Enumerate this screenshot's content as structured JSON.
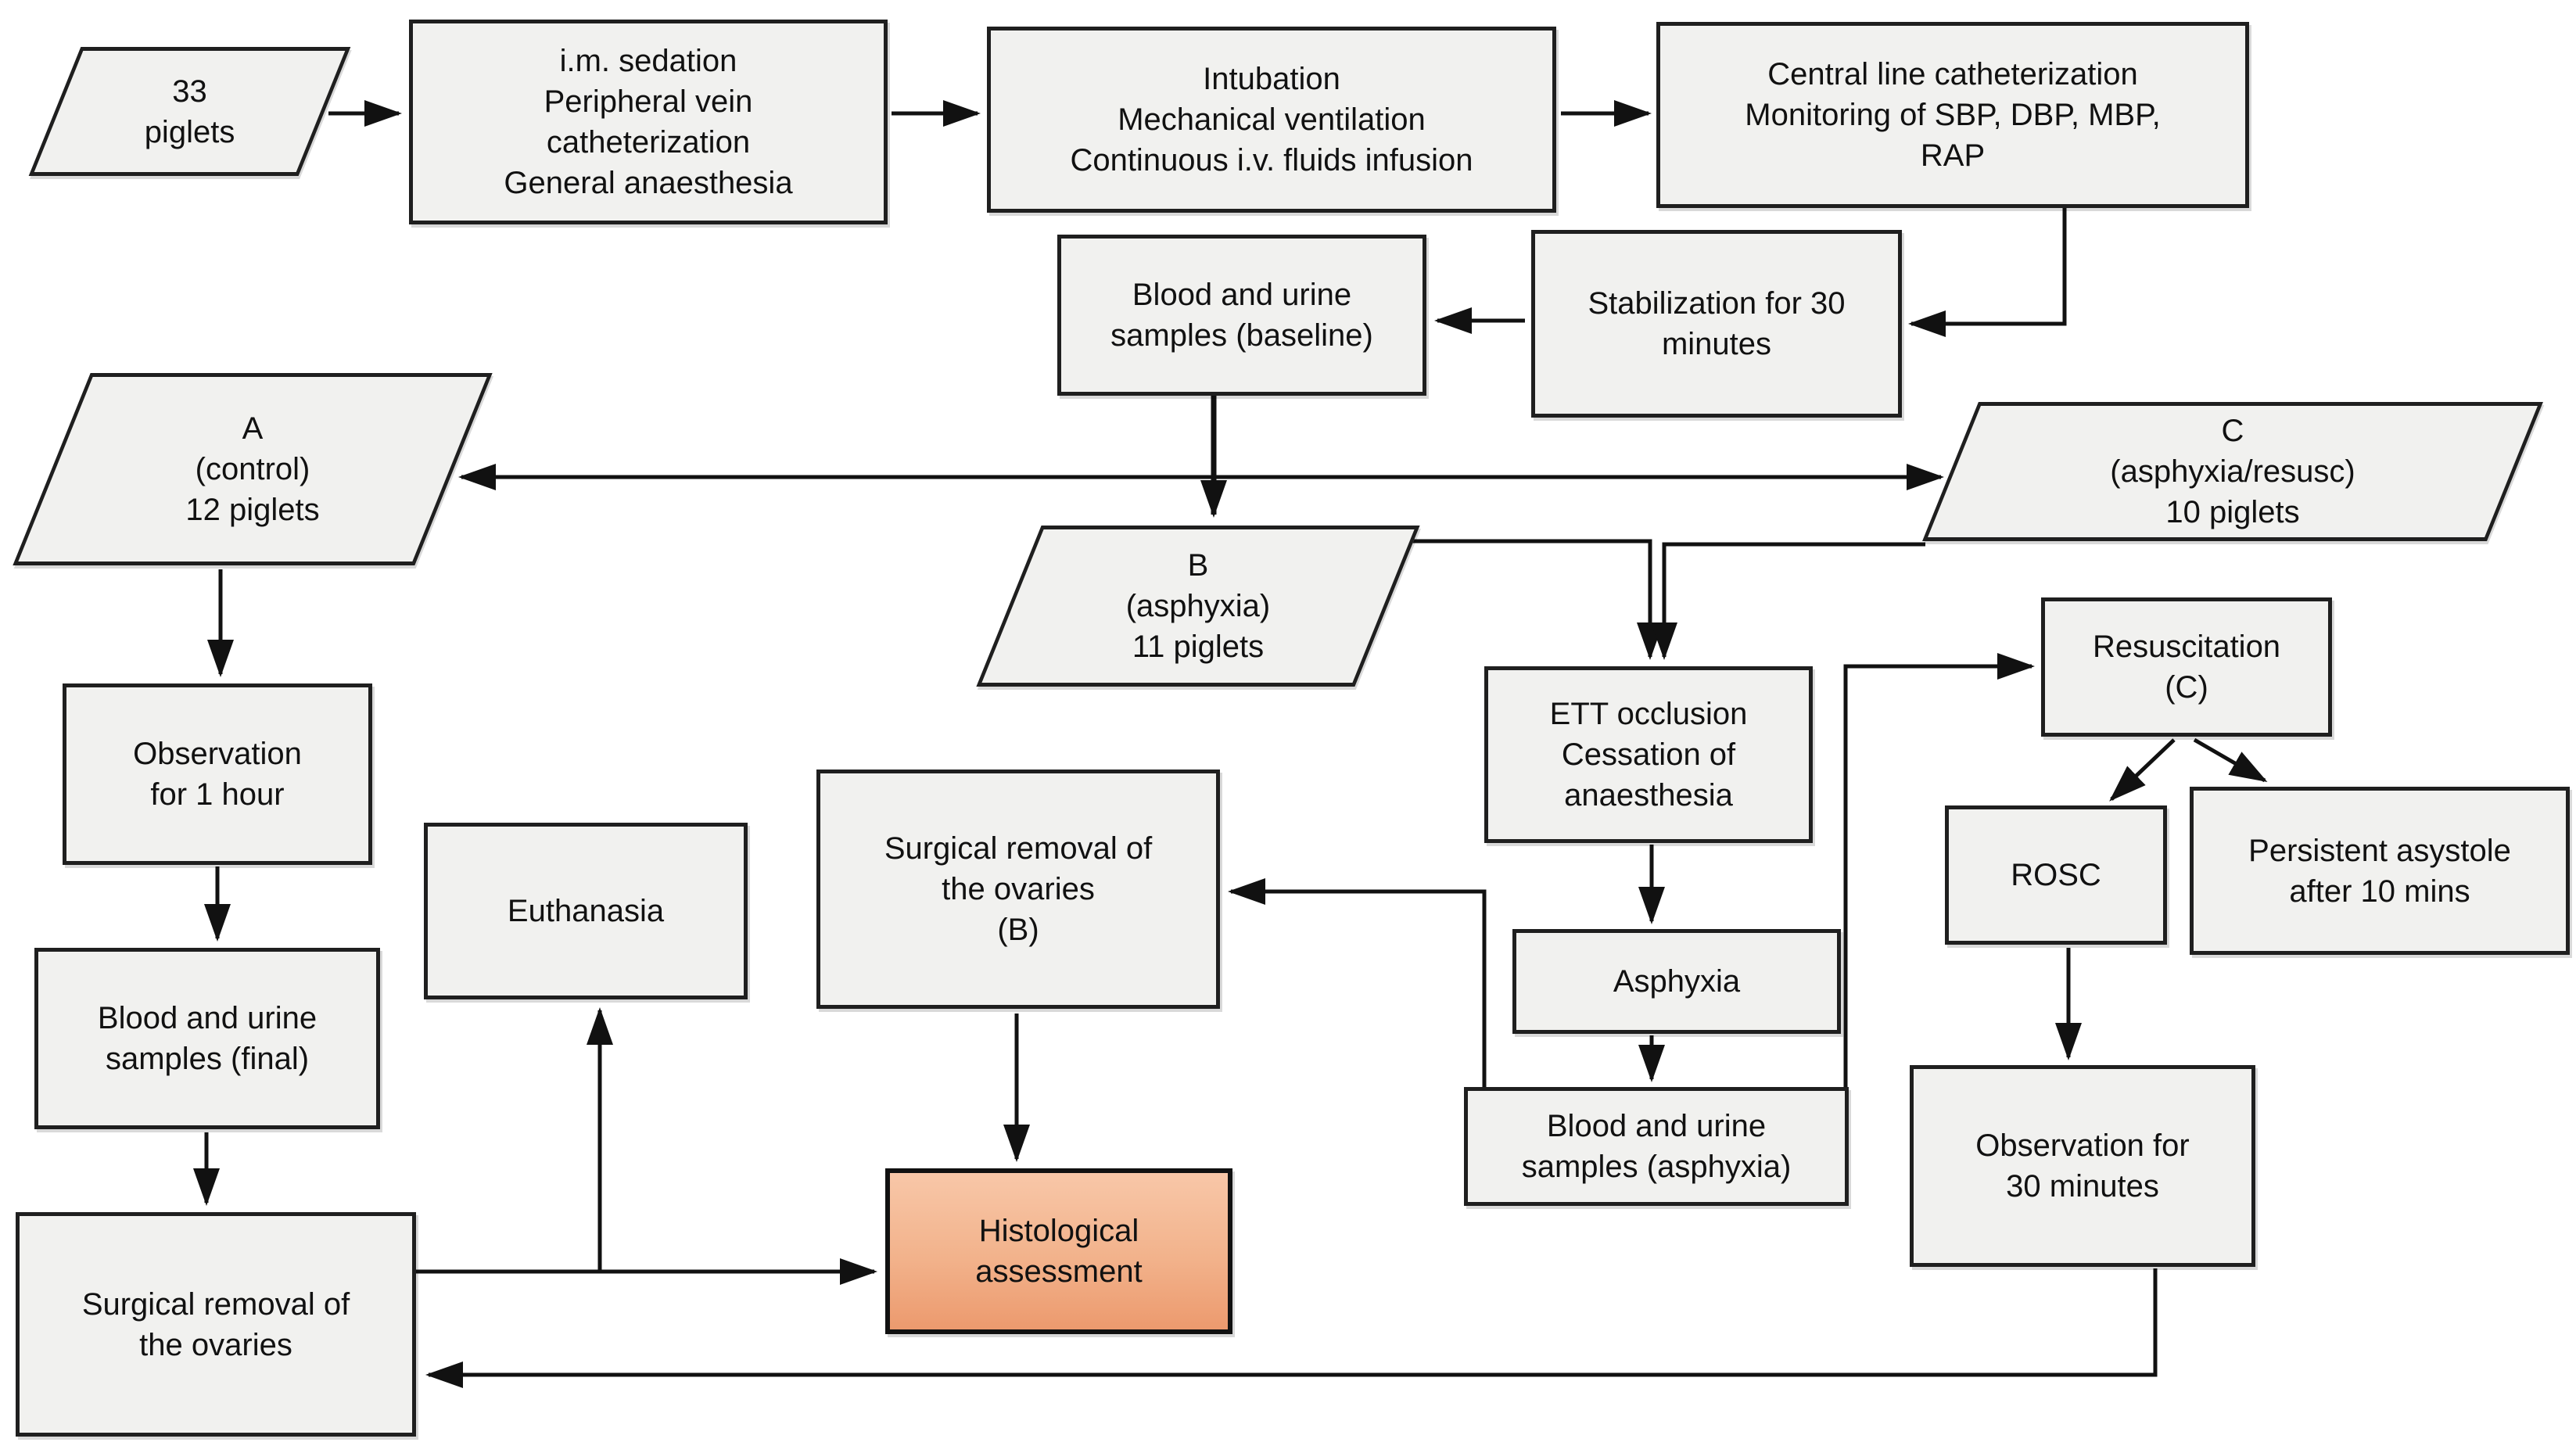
{
  "title": "Piglet asphyxia experiment flowchart",
  "colors": {
    "node_fill": "#f1f1ef",
    "node_border": "#1f1f1f",
    "highlight_fill_top": "#f8c7a8",
    "highlight_fill_bottom": "#ec9a6e",
    "line": "#111111",
    "background": "#ffffff"
  },
  "nodes": {
    "piglets33": {
      "label": "33\npiglets",
      "shape": "parallelogram"
    },
    "sedation": {
      "label": "i.m. sedation\nPeripheral vein\ncatheterization\nGeneral anaesthesia",
      "shape": "box"
    },
    "intubation": {
      "label": "Intubation\nMechanical ventilation\nContinuous i.v. fluids infusion",
      "shape": "box"
    },
    "central": {
      "label": "Central line catheterization\nMonitoring of SBP, DBP, MBP,\nRAP",
      "shape": "box"
    },
    "baseline": {
      "label": "Blood and urine\nsamples (baseline)",
      "shape": "box"
    },
    "stabilization": {
      "label": "Stabilization for 30\nminutes",
      "shape": "box"
    },
    "groupA": {
      "label": "A\n(control)\n12 piglets",
      "shape": "parallelogram"
    },
    "groupB": {
      "label": "B\n(asphyxia)\n11 piglets",
      "shape": "parallelogram"
    },
    "groupC": {
      "label": "C\n(asphyxia/resusc)\n10 piglets",
      "shape": "parallelogram"
    },
    "ett": {
      "label": "ETT occlusion\nCessation of\nanaesthesia",
      "shape": "box"
    },
    "resuscitation": {
      "label": "Resuscitation\n(C)",
      "shape": "box"
    },
    "rosc": {
      "label": "ROSC",
      "shape": "box"
    },
    "asystole": {
      "label": "Persistent asystole\nafter 10 mins",
      "shape": "box"
    },
    "obs1h": {
      "label": "Observation\nfor 1 hour",
      "shape": "box"
    },
    "samplesFinal": {
      "label": "Blood and urine\nsamples (final)",
      "shape": "box"
    },
    "surgicalA": {
      "label": "Surgical removal of\nthe ovaries",
      "shape": "box"
    },
    "euthanasia": {
      "label": "Euthanasia",
      "shape": "box"
    },
    "surgicalB": {
      "label": "Surgical removal of\nthe ovaries\n(B)",
      "shape": "box"
    },
    "histology": {
      "label": "Histological\nassessment",
      "shape": "box-highlight"
    },
    "asphyxia": {
      "label": "Asphyxia",
      "shape": "box"
    },
    "samplesAsphyxia": {
      "label": "Blood and urine\nsamples (asphyxia)",
      "shape": "box"
    },
    "obs30m": {
      "label": "Observation for\n30 minutes",
      "shape": "box"
    }
  },
  "edges": [
    {
      "from": "piglets33",
      "to": "sedation"
    },
    {
      "from": "sedation",
      "to": "intubation"
    },
    {
      "from": "intubation",
      "to": "central"
    },
    {
      "from": "central",
      "to": "stabilization"
    },
    {
      "from": "stabilization",
      "to": "baseline"
    },
    {
      "from": "baseline",
      "to": "groupB"
    },
    {
      "from": "baseline",
      "to": "groupA"
    },
    {
      "from": "baseline",
      "to": "groupC"
    },
    {
      "from": "groupB",
      "to": "ett"
    },
    {
      "from": "groupC",
      "to": "ett"
    },
    {
      "from": "ett",
      "to": "asphyxia"
    },
    {
      "from": "asphyxia",
      "to": "samplesAsphyxia"
    },
    {
      "from": "samplesAsphyxia",
      "to": "resuscitation"
    },
    {
      "from": "samplesAsphyxia",
      "to": "surgicalB"
    },
    {
      "from": "resuscitation",
      "to": "rosc"
    },
    {
      "from": "resuscitation",
      "to": "asystole"
    },
    {
      "from": "rosc",
      "to": "obs30m"
    },
    {
      "from": "obs30m",
      "to": "surgicalA"
    },
    {
      "from": "groupA",
      "to": "obs1h"
    },
    {
      "from": "obs1h",
      "to": "samplesFinal"
    },
    {
      "from": "samplesFinal",
      "to": "surgicalA"
    },
    {
      "from": "surgicalA",
      "to": "histology"
    },
    {
      "from": "surgicalA",
      "to": "euthanasia"
    },
    {
      "from": "surgicalB",
      "to": "histology"
    }
  ]
}
